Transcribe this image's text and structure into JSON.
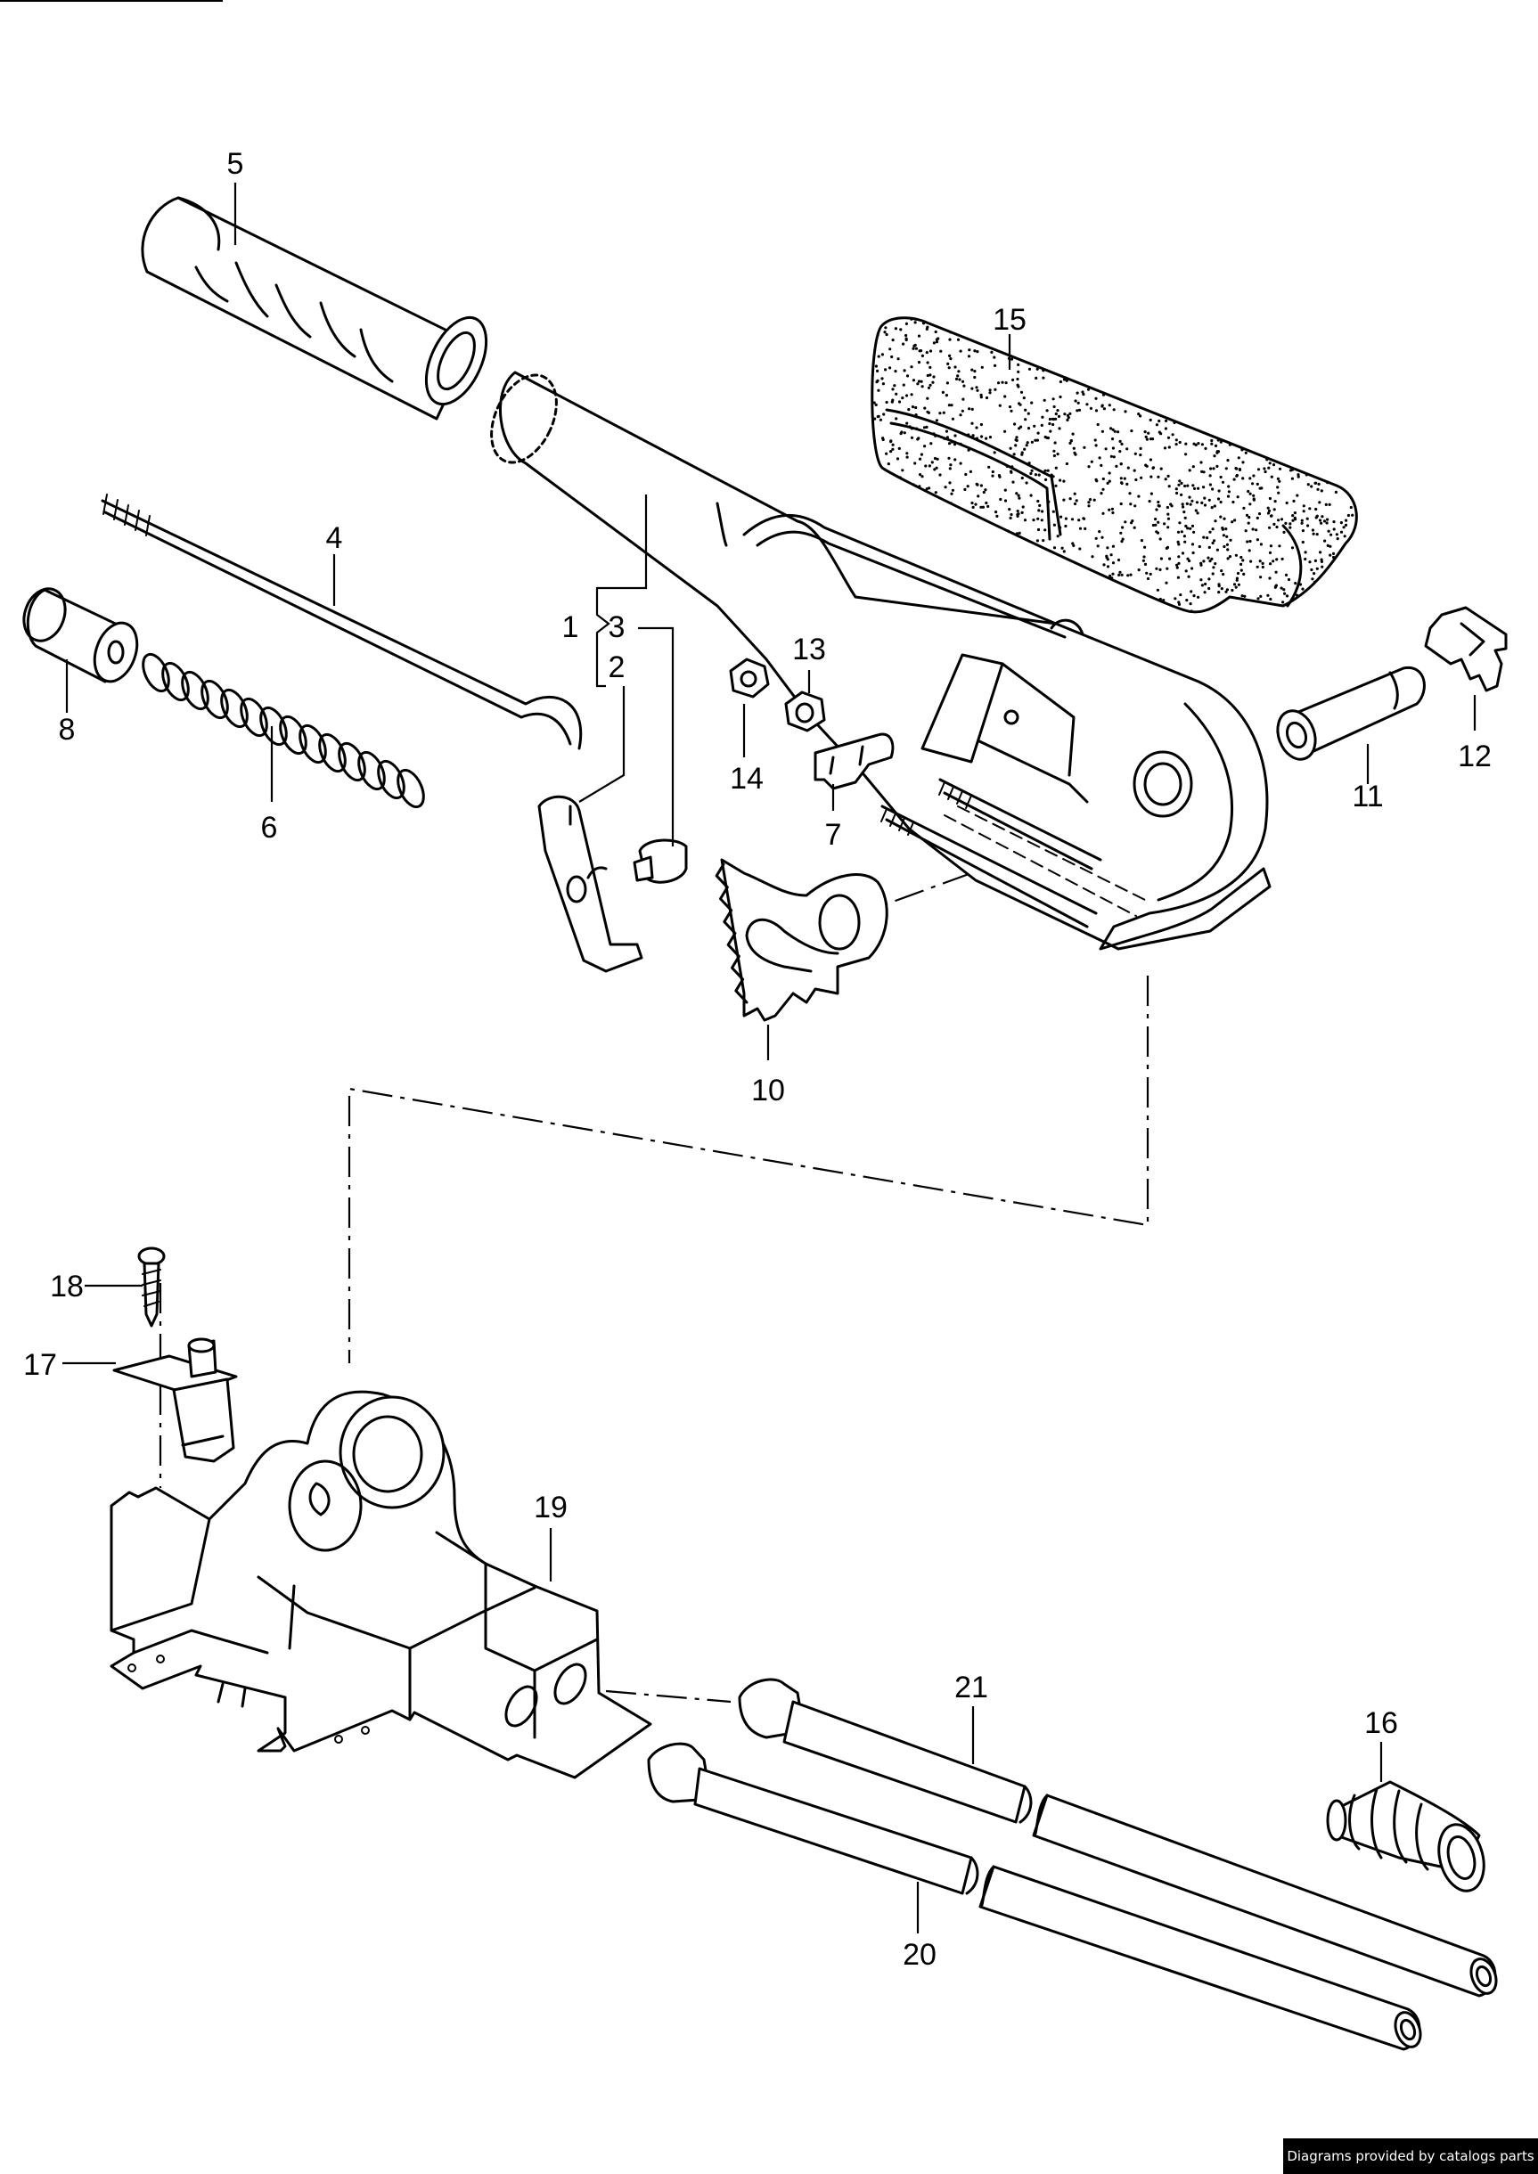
{
  "callouts": {
    "c1": "1",
    "c2": "2",
    "c3": "3",
    "c4": "4",
    "c5": "5",
    "c6": "6",
    "c7": "7",
    "c8": "8",
    "c10": "10",
    "c11": "11",
    "c12": "12",
    "c13": "13",
    "c14": "14",
    "c15": "15",
    "c16": "16",
    "c17": "17",
    "c18": "18",
    "c19": "19",
    "c20": "20",
    "c21": "21"
  },
  "credit": "Diagrams provided by catalogs parts",
  "grip_dots": {
    "count": 950,
    "seed": 7
  }
}
